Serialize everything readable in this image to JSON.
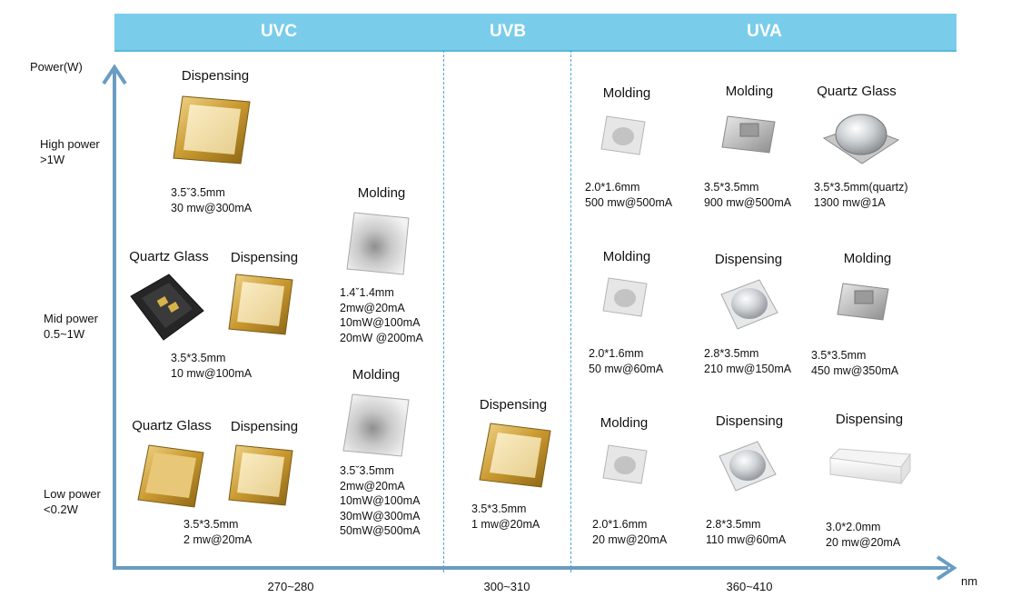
{
  "bands": {
    "uvc": "UVC",
    "uvb": "UVB",
    "uva": "UVA"
  },
  "y_axis": {
    "title": "Power(W)",
    "levels": [
      {
        "line1": "High power",
        "line2": ">1W"
      },
      {
        "line1": "Mid power",
        "line2": "0.5~1W"
      },
      {
        "line1": "Low power",
        "line2": "<0.2W"
      }
    ]
  },
  "x_axis": {
    "unit": "nm",
    "ticks": [
      "270~280",
      "300~310",
      "360~410"
    ]
  },
  "colors": {
    "band": "#79cdea",
    "axis": "#6a9cc2",
    "divider": "#4aa8cf"
  },
  "products": [
    {
      "title": "Dispensing",
      "size": "3.5ˇ3.5mm",
      "specs": [
        "30 mw@300mA"
      ],
      "icon": "gold-dispensing-led-icon"
    },
    {
      "title": "Molding",
      "size": "1.4ˇ1.4mm",
      "specs": [
        "2mw@20mA",
        "10mW@100mA",
        "20mW @200mA"
      ],
      "icon": "white-molding-led-icon"
    },
    {
      "title": "Quartz Glass",
      "size": "",
      "specs": [],
      "icon": "black-quartz-led-icon"
    },
    {
      "title": "Dispensing",
      "size": "3.5*3.5mm",
      "specs": [
        "10 mw@100mA"
      ],
      "icon": "gold-dispensing-led-icon"
    },
    {
      "title": "Molding",
      "size": "3.5ˇ3.5mm",
      "specs": [
        "2mw@20mA",
        "10mW@100mA",
        "30mW@300mA",
        "50mW@500mA"
      ],
      "icon": "white-molding-led-icon"
    },
    {
      "title": "Quartz Glass",
      "size": "",
      "specs": [],
      "icon": "gold-quartz-led-icon"
    },
    {
      "title": "Dispensing",
      "size": "3.5*3.5mm",
      "specs": [
        "2 mw@20mA"
      ],
      "icon": "gold-dispensing-led-icon"
    },
    {
      "title": "Dispensing",
      "size": "3.5*3.5mm",
      "specs": [
        "1 mw@20mA"
      ],
      "icon": "gold-dispensing-led-icon"
    },
    {
      "title": "Molding",
      "size": "2.0*1.6mm",
      "specs": [
        "500 mw@500mA"
      ],
      "icon": "white-small-molding-led-icon"
    },
    {
      "title": "Molding",
      "size": "3.5*3.5mm",
      "specs": [
        "900 mw@500mA"
      ],
      "icon": "silver-molding-led-icon"
    },
    {
      "title": "Quartz Glass",
      "size": "3.5*3.5mm(quartz)",
      "specs": [
        "1300 mw@1A"
      ],
      "icon": "dome-quartz-led-icon"
    },
    {
      "title": "Molding",
      "size": "2.0*1.6mm",
      "specs": [
        "50 mw@60mA"
      ],
      "icon": "white-small-molding-led-icon"
    },
    {
      "title": "Dispensing",
      "size": "2.8*3.5mm",
      "specs": [
        "210 mw@150mA"
      ],
      "icon": "clear-dome-led-icon"
    },
    {
      "title": "Molding",
      "size": "3.5*3.5mm",
      "specs": [
        "450 mw@350mA"
      ],
      "icon": "silver-molding-led-icon"
    },
    {
      "title": "Molding",
      "size": "2.0*1.6mm",
      "specs": [
        "20 mw@20mA"
      ],
      "icon": "white-small-molding-led-icon"
    },
    {
      "title": "Dispensing",
      "size": "2.8*3.5mm",
      "specs": [
        "110 mw@60mA"
      ],
      "icon": "clear-dome-led-icon"
    },
    {
      "title": "Dispensing",
      "size": "3.0*2.0mm",
      "specs": [
        "20 mw@20mA"
      ],
      "icon": "clear-rect-led-icon"
    }
  ]
}
